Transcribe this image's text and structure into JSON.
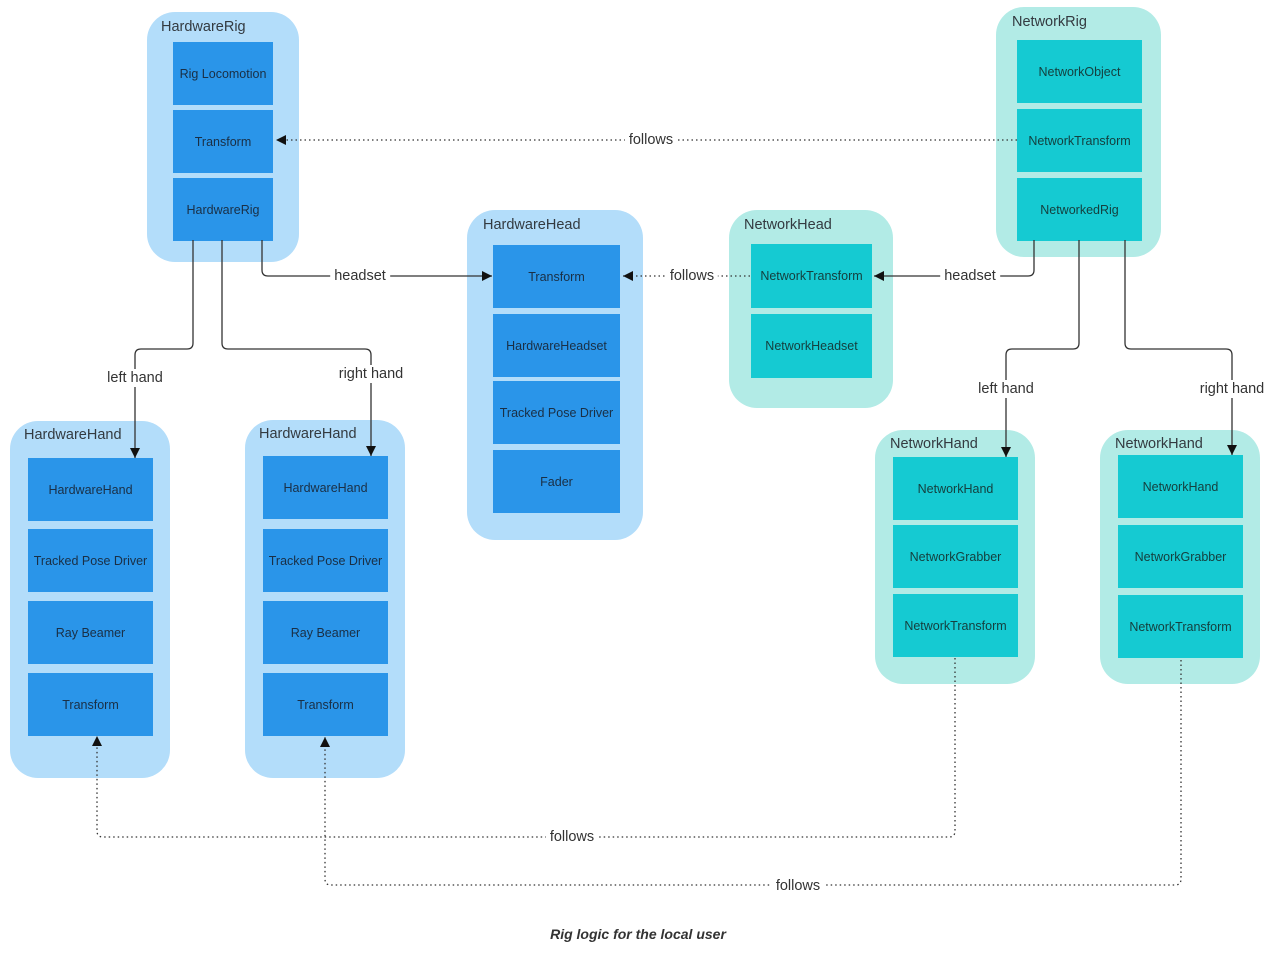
{
  "groups": {
    "hardware_rig": {
      "title": "HardwareRig",
      "components": [
        "Rig Locomotion",
        "Transform",
        "HardwareRig"
      ]
    },
    "hardware_head": {
      "title": "HardwareHead",
      "components": [
        "Transform",
        "HardwareHeadset",
        "Tracked Pose Driver",
        "Fader"
      ]
    },
    "hardware_hand_left": {
      "title": "HardwareHand",
      "components": [
        "HardwareHand",
        "Tracked Pose Driver",
        "Ray Beamer",
        "Transform"
      ]
    },
    "hardware_hand_right": {
      "title": "HardwareHand",
      "components": [
        "HardwareHand",
        "Tracked Pose Driver",
        "Ray Beamer",
        "Transform"
      ]
    },
    "network_rig": {
      "title": "NetworkRig",
      "components": [
        "NetworkObject",
        "NetworkTransform",
        "NetworkedRig"
      ]
    },
    "network_head": {
      "title": "NetworkHead",
      "components": [
        "NetworkTransform",
        "NetworkHeadset"
      ]
    },
    "network_hand_left": {
      "title": "NetworkHand",
      "components": [
        "NetworkHand",
        "NetworkGrabber",
        "NetworkTransform"
      ]
    },
    "network_hand_right": {
      "title": "NetworkHand",
      "components": [
        "NetworkHand",
        "NetworkGrabber",
        "NetworkTransform"
      ]
    }
  },
  "edges": {
    "rig_follows": "follows",
    "hw_headset": "headset",
    "head_follows": "follows",
    "net_headset": "headset",
    "hw_left_hand": "left hand",
    "hw_right_hand": "right hand",
    "net_left_hand": "left hand",
    "net_right_hand": "right hand",
    "left_hand_follows": "follows",
    "right_hand_follows": "follows"
  },
  "caption": "Rig logic for the local user",
  "colors": {
    "hardware_group_bg": "#b3ddfa",
    "hardware_component": "#2a95e9",
    "network_group_bg": "#b2ebe6",
    "network_component": "#15cad2"
  }
}
